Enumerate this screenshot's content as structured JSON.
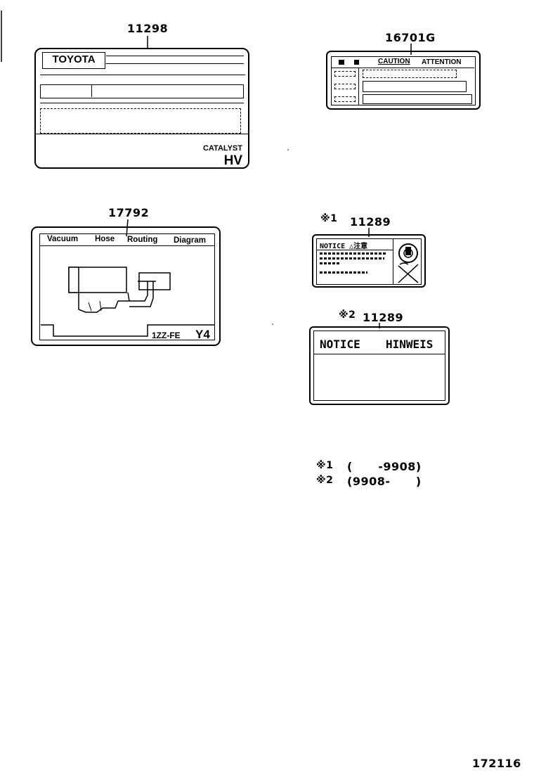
{
  "labels": {
    "catalyst": {
      "part_number": "11298",
      "brand": "TOYOTA",
      "catalyst_text": "CATALYST",
      "catalyst_code": "HV"
    },
    "caution": {
      "part_number": "16701G",
      "caution_text": "CAUTION",
      "attention_text": "ATTENTION"
    },
    "vacuum": {
      "part_number": "17792",
      "title_words": [
        "Vacuum",
        "Hose",
        "Routing",
        "Diagram"
      ],
      "engine": "1ZZ-FE",
      "code": "Y4"
    },
    "notice_small": {
      "marker": "※1",
      "part_number": "11289",
      "notice_text": "NOTICE",
      "notice_suffix": "△注意"
    },
    "notice_large": {
      "marker": "※2",
      "part_number": "11289",
      "notice_text": "NOTICE",
      "hinweis_text": "HINWEIS"
    }
  },
  "legend": [
    {
      "marker": "※1",
      "range": "(      -9908)"
    },
    {
      "marker": "※2",
      "range": "(9908-      )"
    }
  ],
  "figure_number": "172116"
}
